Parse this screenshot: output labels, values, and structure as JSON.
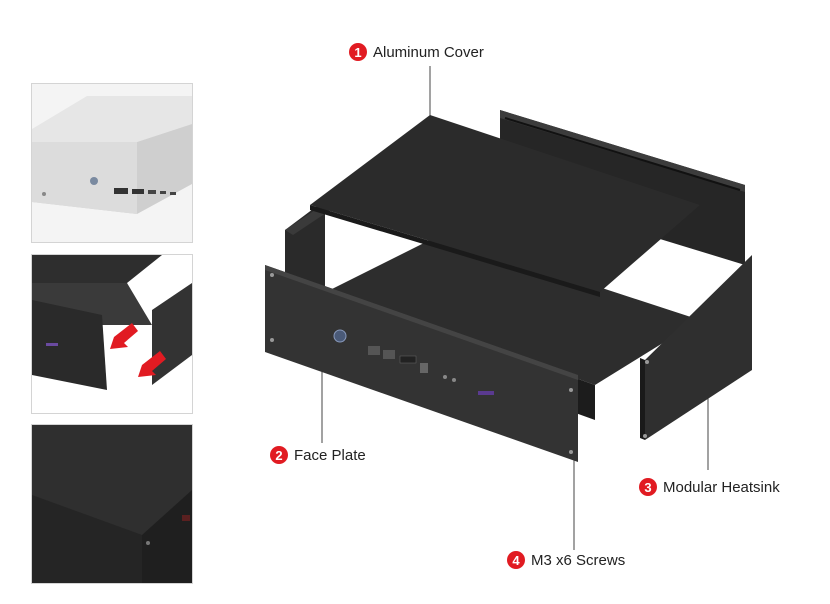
{
  "callouts": [
    {
      "number": "1",
      "label": "Aluminum Cover"
    },
    {
      "number": "2",
      "label": "Face Plate"
    },
    {
      "number": "3",
      "label": "Modular Heatsink"
    },
    {
      "number": "4",
      "label": "M3 x6 Screws"
    }
  ],
  "colors": {
    "badge": "#e11b22",
    "chassis_dark": "#2b2b2b",
    "chassis_silver": "#d9d9d9",
    "arrow": "#e11b22"
  }
}
